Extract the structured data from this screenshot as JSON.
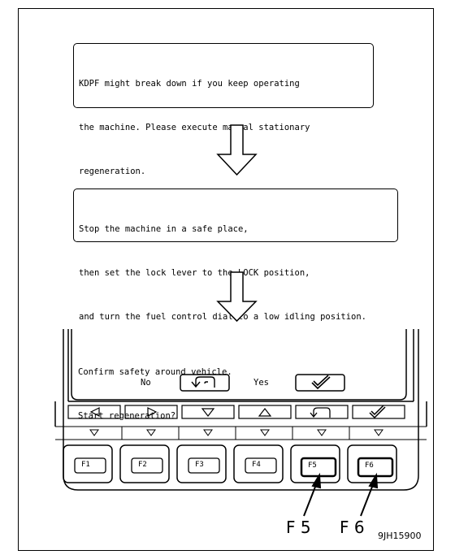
{
  "messages": [
    {
      "lines": [
        "KDPF might break down if you keep operating",
        "the machine. Please execute manual stationary",
        "regeneration."
      ]
    },
    {
      "lines": [
        "Stop the machine in a safe place,",
        "then set the lock lever to the LOCK position,",
        "and turn the fuel control dial to a low idling position."
      ]
    }
  ],
  "screen": {
    "lines": [
      "Confirm safety around vehicle.",
      "Start regeneration?"
    ],
    "no_label": "No",
    "yes_label": "Yes"
  },
  "function_keys": [
    "F1",
    "F2",
    "F3",
    "F4",
    "F5",
    "F6"
  ],
  "callouts": [
    "F 5",
    "F 6"
  ],
  "figure_id": "9JH15900"
}
